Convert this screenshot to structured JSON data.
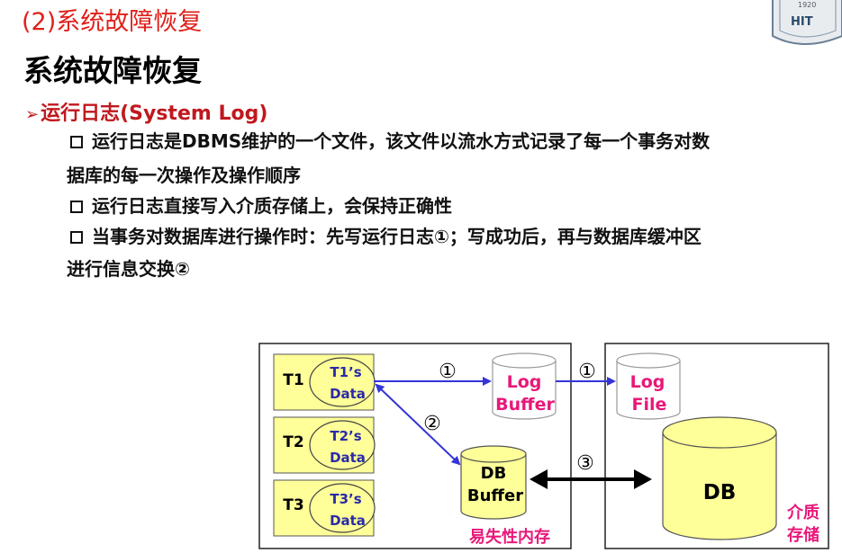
{
  "header": {
    "title": "(2)系统故障恢复",
    "logo_text": "HIT",
    "logo_year": "1920"
  },
  "slide_title": "系统故障恢复",
  "section": {
    "marker": "➢",
    "label": "运行日志(System Log)"
  },
  "bullets": [
    {
      "lines": [
        "运行日志是DBMS维护的一个文件，该文件以流水方式记录了每一个事务对数",
        "据库的每一次操作及操作顺序"
      ]
    },
    {
      "lines": [
        "运行日志直接写入介质存储上，会保持正确性"
      ]
    },
    {
      "lines": [
        "当事务对数据库进行操作时：先写运行日志①；写成功后，再与数据库缓冲区",
        "进行信息交换②"
      ]
    }
  ],
  "diagram": {
    "transactions": [
      {
        "name": "T1",
        "data_line1": "T1’s",
        "data_line2": "Data"
      },
      {
        "name": "T2",
        "data_line1": "T2’s",
        "data_line2": "Data"
      },
      {
        "name": "T3",
        "data_line1": "T3’s",
        "data_line2": "Data"
      }
    ],
    "log_buffer": {
      "line1": "Log",
      "line2": "Buffer"
    },
    "log_file": {
      "line1": "Log",
      "line2": "File"
    },
    "db_buffer": {
      "line1": "DB",
      "line2": "Buffer"
    },
    "db": "DB",
    "step1": "①",
    "step1b": "①",
    "step2": "②",
    "step3": "③",
    "volatile_label": "易失性内存",
    "storage_label_line1": "介质",
    "storage_label_line2": "存储"
  },
  "colors": {
    "red": "#e0201a",
    "pink": "#e8187a",
    "yellow": "#ffff99",
    "arrow_blue": "#3434d8",
    "panel_border": "#222222"
  }
}
